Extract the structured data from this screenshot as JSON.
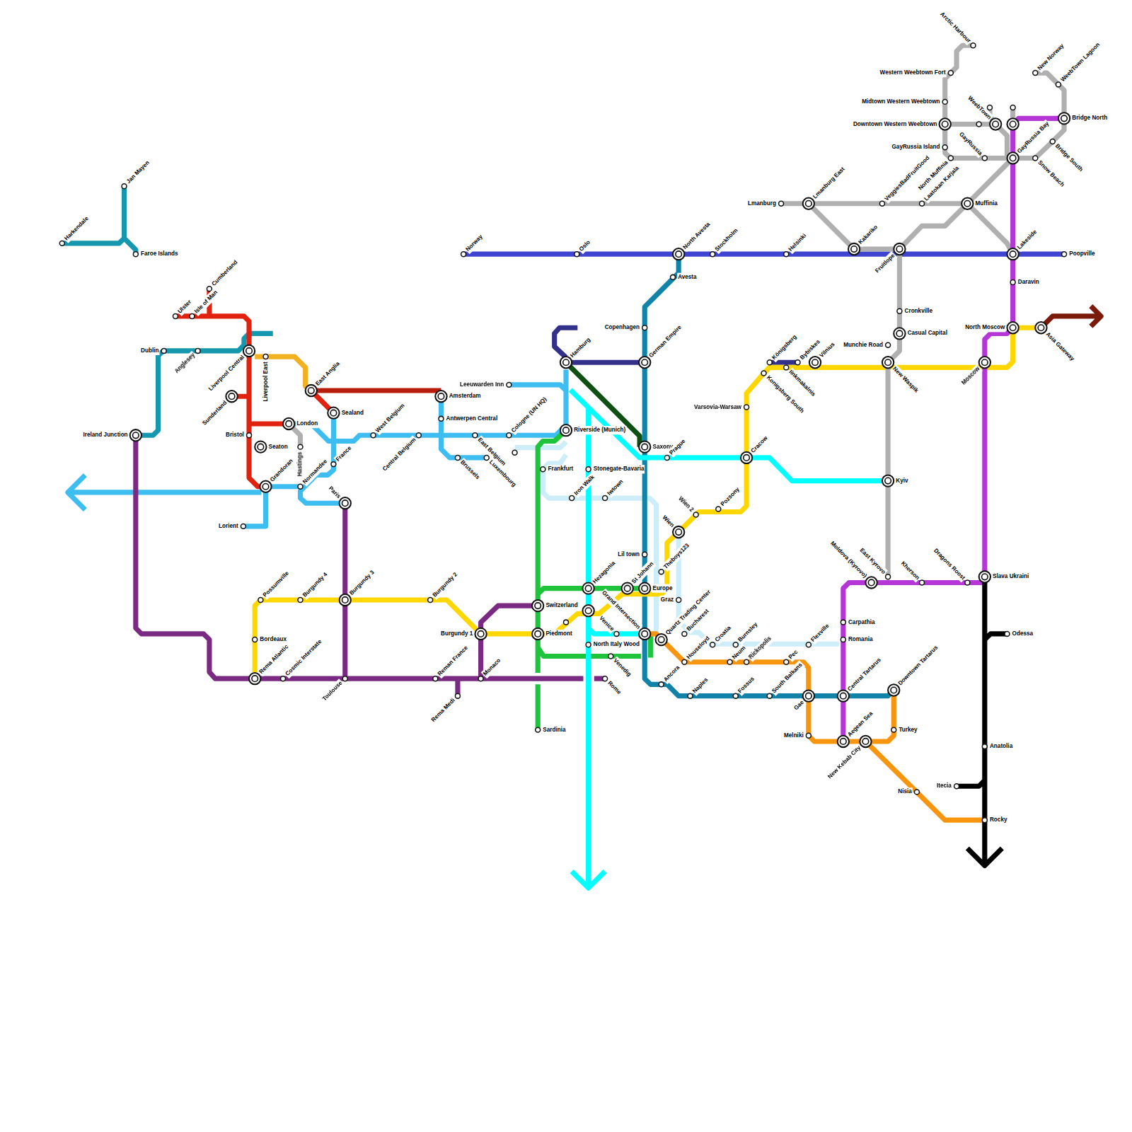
{
  "diagram": {
    "labels": [
      "Harkendale",
      "Jan Mayen",
      "Faroe Islands",
      "Ulster",
      "Isle of Man",
      "Cumberland",
      "Dublin",
      "Anglesey",
      "Liverpool Central",
      "Liverpool East",
      "Sunderland",
      "East Anglia",
      "Sealand",
      "London",
      "Bristol",
      "Seaton",
      "Hastings",
      "France",
      "Grandoran",
      "Normandee",
      "Paris",
      "Lorient",
      "Ireland Junction",
      "Amsterdam",
      "Antwerpen Central",
      "West Belgium",
      "Central Belgium",
      "East Belgium",
      "Brussels",
      "Luxembourg",
      "Cologne (UN HQ)",
      "Leeuwarden Inn",
      "Hamburg",
      "Riverside (Munich)",
      "Frankfurt",
      "Stonegate-Bavaria",
      "Iron Walk",
      "Iwtown",
      "Norway",
      "Oslo",
      "North Avesta",
      "Avesta",
      "Stockholm",
      "Helsinki",
      "Kakariko",
      "Fruitlope",
      "Lakeside",
      "Poopville",
      "Copenhagen",
      "German Empire",
      "Saxony",
      "Prague",
      "Lil town",
      "Theboys123",
      "Hezagonia",
      "St Johann",
      "Europe",
      "Graz",
      "Switzerland",
      "Piedmont",
      "Burgundy 1",
      "Venice",
      "Grand Intersection",
      "North Italy Wood",
      "Venedig",
      "Quartz Trading Center",
      "Bucharest",
      "Croatia",
      "Burnsley",
      "Houseloyd",
      "Neum",
      "Rickopolis",
      "Pec",
      "Flexville",
      "Ancora",
      "Naples",
      "Fossus",
      "South Balkans",
      "Gae",
      "Melniki",
      "Sardinia",
      "Rome",
      "Monaco",
      "Rema Medi",
      "Reman France",
      "Toulouse",
      "Cosmic Interstate",
      "Rema Atlantic",
      "Bordeaux",
      "Possumville",
      "Burgundy 4",
      "Burgundy 3",
      "Burgundy 2",
      "Wien",
      "Wien 2",
      "Pozsony",
      "Cracow",
      "Varsovia-Warsaw",
      "Königsberg",
      "Konigsberg South",
      "Bybiskes",
      "Iinkmakalnis",
      "Vilnius",
      "Munchie Road",
      "New Waspik",
      "Cronkville",
      "Casual Capital",
      "Kyiv",
      "Moscow",
      "North Moscow",
      "Asia Gateway",
      "Daravin",
      "Moldova (Kyrovo)",
      "East Kyrovo",
      "Kherson",
      "Dragons Roost",
      "Slava Ukraini",
      "Carpathia",
      "Romania",
      "Odessa",
      "Central Tartarus",
      "Downtown Tartarus",
      "Turkey",
      "Aegean Sea",
      "New Kebab City",
      "Nisia",
      "Anatolia",
      "Itecia",
      "Rocky",
      "Lmanburg",
      "Lmanburg East",
      "VeggiesBadFruitGood",
      "Laatokan Karjala",
      "Muffinia",
      "North Muffinia",
      "GayRussia Island",
      "GayRussia",
      "GayRussia Bay",
      "Snow Beach",
      "Bridge South",
      "Bridge North",
      "New Norway",
      "WeebTown Lagoon",
      "WeebTown",
      "Downtown Western Weebtown",
      "Midtown Western Weebtown",
      "Western Weebtown Fort",
      "Arctic Harbour"
    ]
  }
}
